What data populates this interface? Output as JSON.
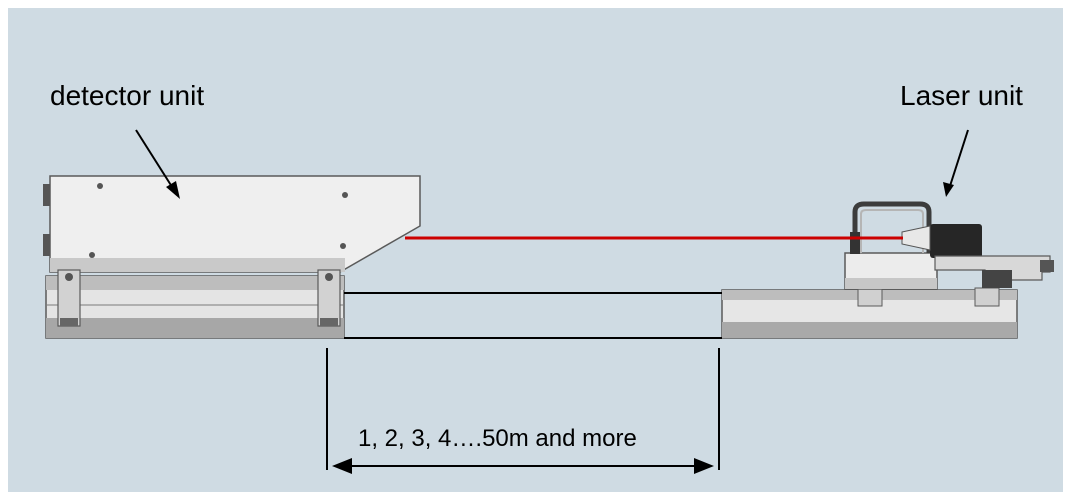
{
  "labels": {
    "detector": "detector unit",
    "laser": "Laser unit",
    "distance": "1, 2, 3, 4….50m and more"
  },
  "colors": {
    "background": "#cfdbe3",
    "laser_beam": "#cc0000",
    "housing": "#efefef",
    "rail": "#e6e6e6",
    "outline": "#5a5a5a"
  }
}
